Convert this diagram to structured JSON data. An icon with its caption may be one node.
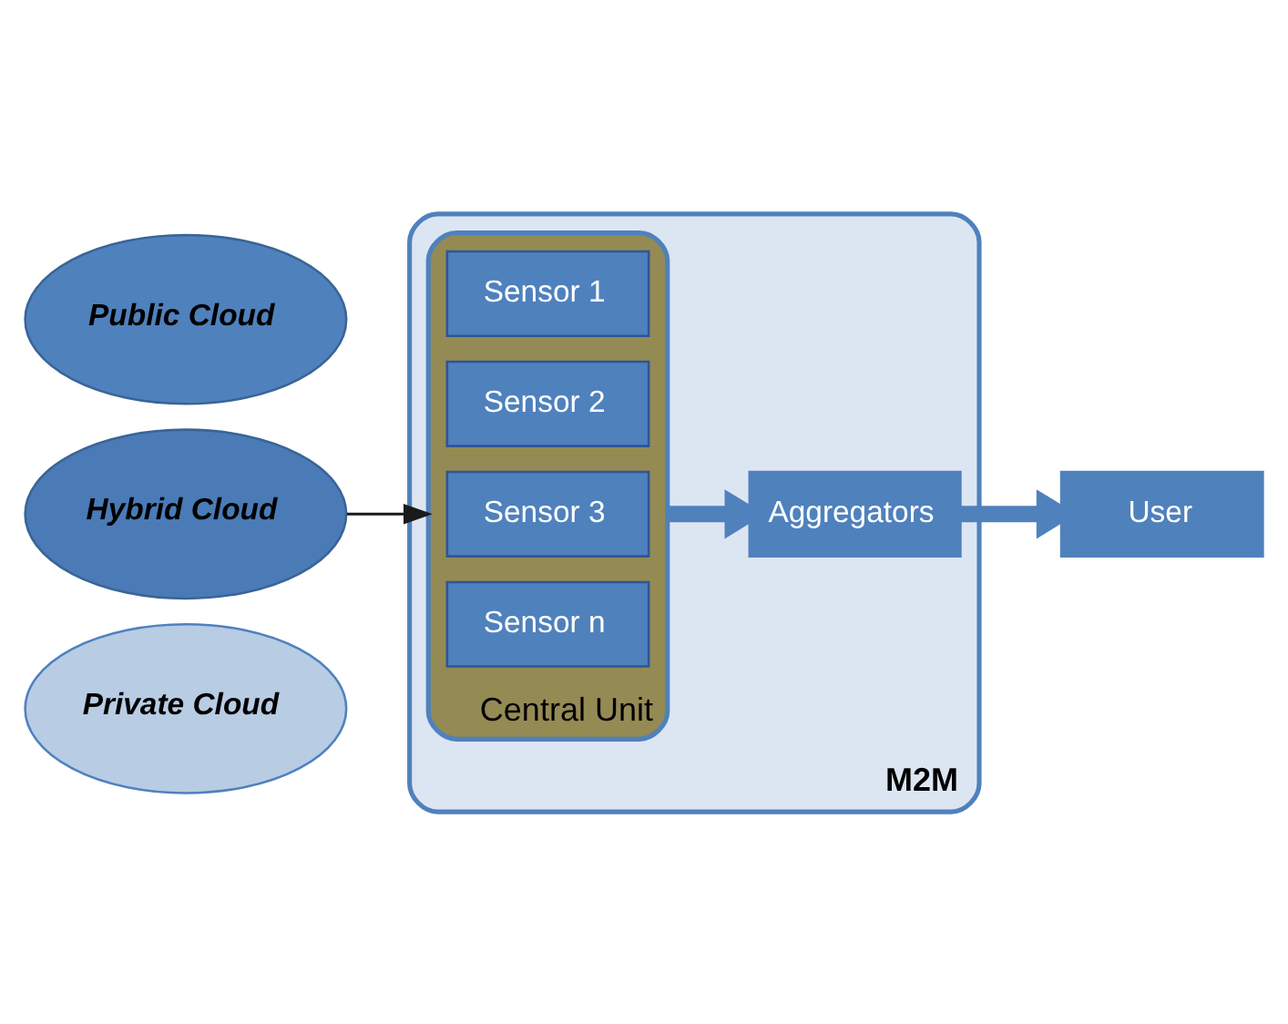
{
  "diagram": {
    "nodes": [
      {
        "text": [
          "Public Cloud"
        ]
      },
      {
        "text": [
          "Hybrid Cloud"
        ]
      },
      {
        "text": [
          "Private Cloud"
        ]
      },
      {
        "text": [
          "M2M"
        ]
      },
      {
        "text": [
          "Central Unit"
        ],
        "in": 3
      },
      {
        "text": [
          "Sensor 1"
        ],
        "in": 4
      },
      {
        "text": [
          "Sensor 2"
        ],
        "in": 4
      },
      {
        "text": [
          "Sensor 3"
        ],
        "in": 4
      },
      {
        "text": [
          "Sensor n"
        ],
        "in": 4
      },
      {
        "text": [
          "Aggregators"
        ],
        "in": 3
      },
      {
        "text": [
          "User"
        ]
      }
    ],
    "edges": [
      {
        "from": 1,
        "to": 4,
        "arrow": "to",
        "color": "#1a1a1a"
      },
      {
        "from": 4,
        "to": 9,
        "arrow": "to"
      },
      {
        "from": 9,
        "to": 10,
        "arrow": "to"
      }
    ]
  }
}
